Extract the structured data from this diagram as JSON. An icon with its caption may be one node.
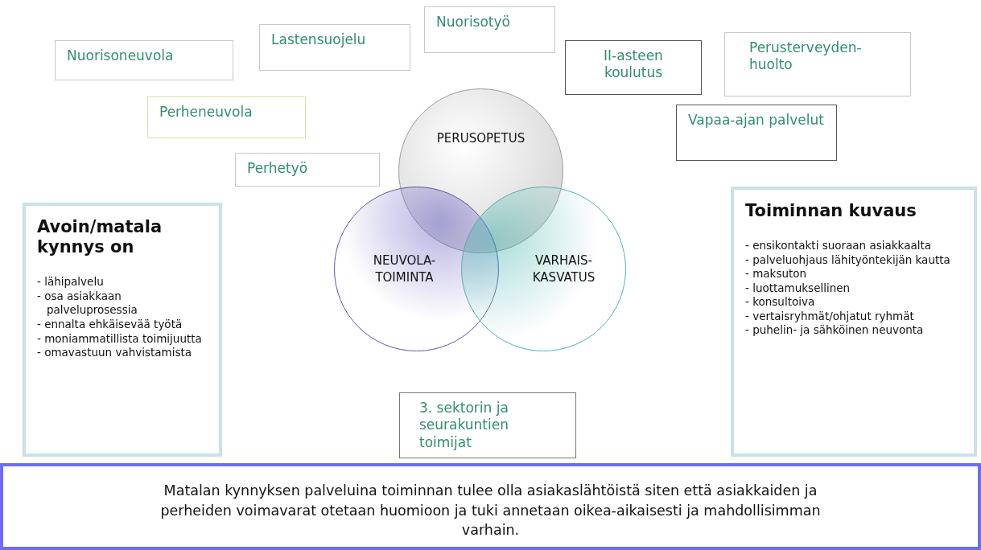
{
  "diagram": {
    "nodes": [
      {
        "text": [
          "Nuorisotyö"
        ]
      },
      {
        "text": [
          "Lastensuojelu"
        ]
      },
      {
        "text": [
          "Nuorisoneuvola"
        ]
      },
      {
        "text": [
          "II-asteen koulutus"
        ]
      },
      {
        "text": [
          "Perusterveyden- huolto"
        ]
      },
      {
        "text": [
          "Perheneuvola"
        ]
      },
      {
        "text": [
          "Vapaa-ajan palvelut"
        ]
      },
      {
        "text": [
          "PERUSOPETUS"
        ]
      },
      {
        "text": [
          "Perhetyö"
        ]
      },
      {
        "text": [
          "Avoin/matala kynnys on",
          "- lähipalvelu",
          "- osa asiakkaan palveluprosessia",
          "- ennalta ehkäisevää työtä",
          "- moniammatillista toimijuutta",
          "- omavastuun vahvistamista"
        ]
      },
      {
        "text": [
          "Toiminnan kuvaus",
          "- ensikontakti suoraan asiakkaalta",
          "- palveluohjaus lähityöntekijän kautta",
          "- maksuton",
          "- luottamuksellinen",
          "- konsultoiva",
          "- vertaisryhmät/ohjatut ryhmät",
          "- puhelin- ja sähköinen neuvonta"
        ]
      },
      {
        "text": [
          "NEUVOLA- TOIMINTA"
        ]
      },
      {
        "text": [
          "VARHAIS- KASVATUS"
        ]
      },
      {
        "text": [
          "3. sektorin ja seurakuntien toimijat"
        ]
      },
      {
        "text": [
          "Matalan kynnyksen palveluina toiminnan tulee olla asiakaslähtöistä siten että asiakkaiden ja perheiden voimavarat otetaan huomioon ja tuki annetaan oikea-aikaisesti ja mahdollisimman varhain."
        ]
      }
    ],
    "edges": []
  }
}
